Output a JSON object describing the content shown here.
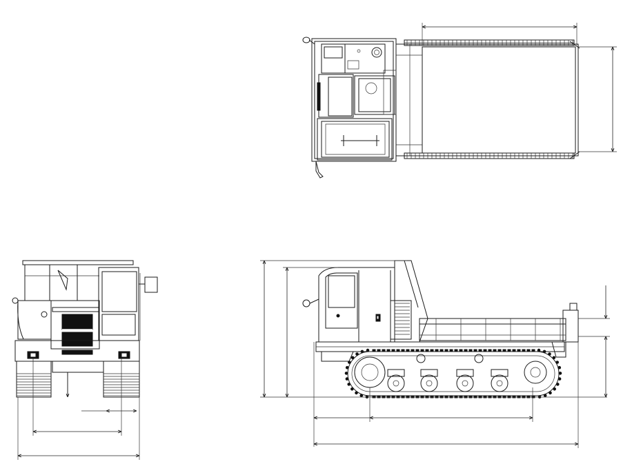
{
  "drawing": {
    "views": [
      "top-view",
      "front-view",
      "side-view"
    ],
    "annotations": []
  }
}
